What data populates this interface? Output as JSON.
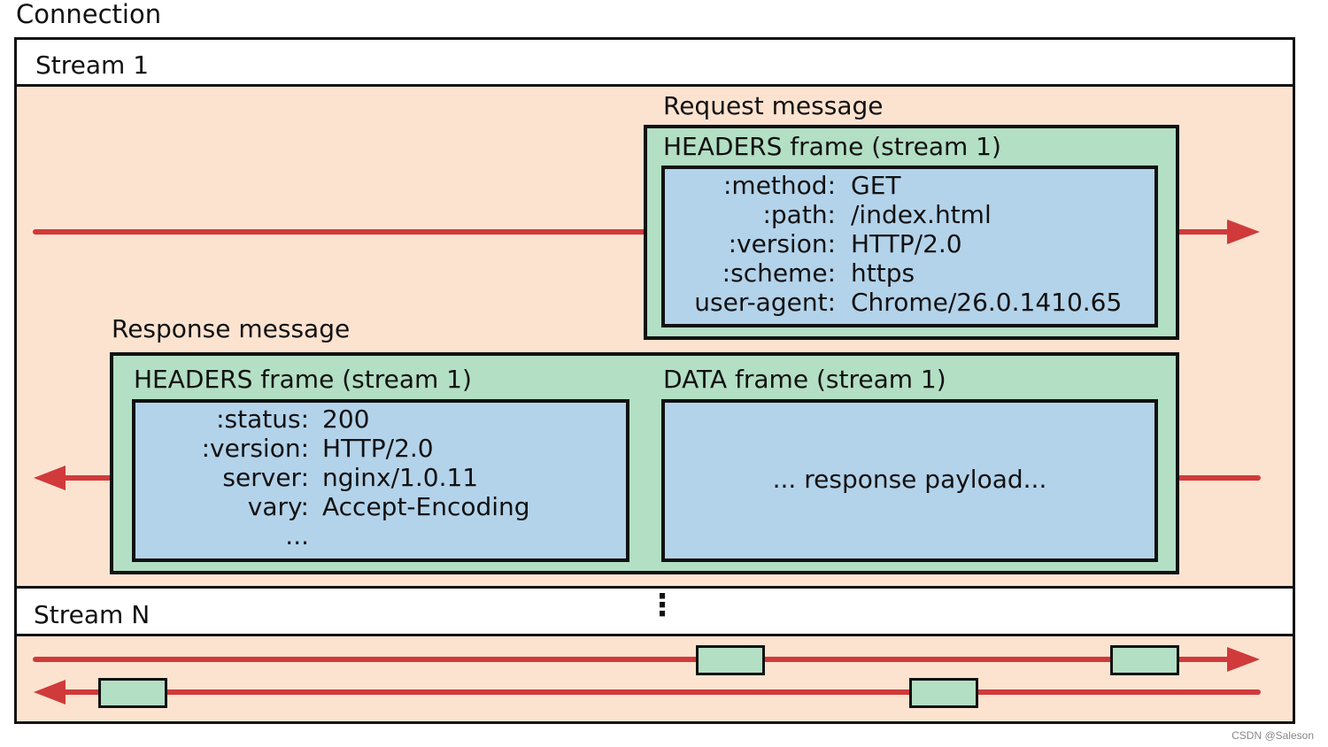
{
  "title": "Connection",
  "stream1": {
    "label": "Stream 1"
  },
  "streamN": {
    "label": "Stream N",
    "ellipsis": "⋮"
  },
  "request": {
    "label": "Request message",
    "frame_title": "HEADERS frame (stream 1)",
    "headers": [
      {
        "key": ":method:",
        "value": "GET"
      },
      {
        "key": ":path:",
        "value": "/index.html"
      },
      {
        "key": ":version:",
        "value": "HTTP/2.0"
      },
      {
        "key": ":scheme:",
        "value": "https"
      },
      {
        "key": "user-agent:",
        "value": "Chrome/26.0.1410.65"
      }
    ]
  },
  "response": {
    "label": "Response message",
    "headers_frame_title": "HEADERS frame (stream 1)",
    "headers": [
      {
        "key": ":status:",
        "value": "200"
      },
      {
        "key": ":version:",
        "value": "HTTP/2.0"
      },
      {
        "key": "server:",
        "value": "nginx/1.0.11"
      },
      {
        "key": "vary:",
        "value": "Accept-Encoding"
      },
      {
        "key": "...",
        "value": ""
      }
    ],
    "data_frame_title": "DATA frame (stream 1)",
    "payload": "... response payload..."
  },
  "watermark": "CSDN @Saleson",
  "colors": {
    "arrow": "#d03a3a",
    "frame_green": "#b3dfc4",
    "frame_blue": "#b3d3ea",
    "stream_bg": "#fce3d0"
  }
}
